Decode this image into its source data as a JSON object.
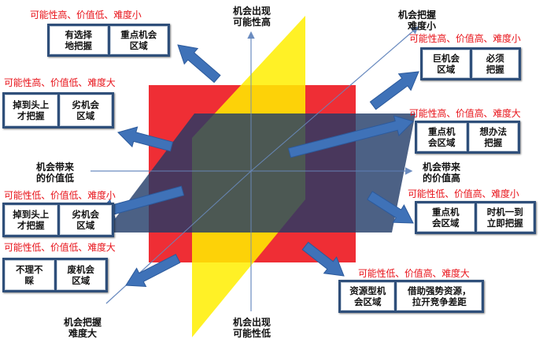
{
  "axes": {
    "top": [
      "机会出现",
      "可能性高"
    ],
    "bottom": [
      "机会出现",
      "可能性低"
    ],
    "left": [
      "机会带来",
      "的价值低"
    ],
    "right": [
      "机会带来",
      "的价值高"
    ],
    "top_right": [
      "机会把握",
      "难度小"
    ],
    "bottom_left": [
      "机会把握",
      "难度大"
    ]
  },
  "notes": [
    "可能性高、价值低、难度小",
    "可能性高、价值高、难度小",
    "可能性高、价值低、难度大",
    "可能性高、价值高、难度大",
    "可能性低、价值低、难度小",
    "可能性低、价值高、难度小",
    "可能性低、价值低、难度大",
    "可能性低、价值高、难度大"
  ],
  "cards": [
    [
      [
        "有选择",
        "地把握"
      ],
      [
        "重点机会",
        "区域"
      ]
    ],
    [
      [
        "巨机会",
        "区域"
      ],
      [
        "必须",
        "把握"
      ]
    ],
    [
      [
        "掉到头上",
        "才把握"
      ],
      [
        "劣机会",
        "区域"
      ]
    ],
    [
      [
        "重点机",
        "会区域"
      ],
      [
        "想办法",
        "把握"
      ]
    ],
    [
      [
        "掉到头上",
        "才把握"
      ],
      [
        "劣机会",
        "区域"
      ]
    ],
    [
      [
        "重点机",
        "会区域"
      ],
      [
        "时机一到",
        "立即把握"
      ]
    ],
    [
      [
        "不理不",
        "睬"
      ],
      [
        "废机会",
        "区域"
      ]
    ],
    [
      [
        "资源型机",
        "会区域"
      ],
      [
        "借助强势资源，",
        "拉开竞争差距"
      ]
    ]
  ],
  "colors": {
    "red_plane": "#ee1c24",
    "yellow_plane": "#ffef00",
    "navy_plane": "#1f3a66",
    "arrow": "#3f72b8",
    "card_frame": "#2f4f7a",
    "note_text": "#e8141b",
    "axis_line": "#6b8cc0"
  }
}
